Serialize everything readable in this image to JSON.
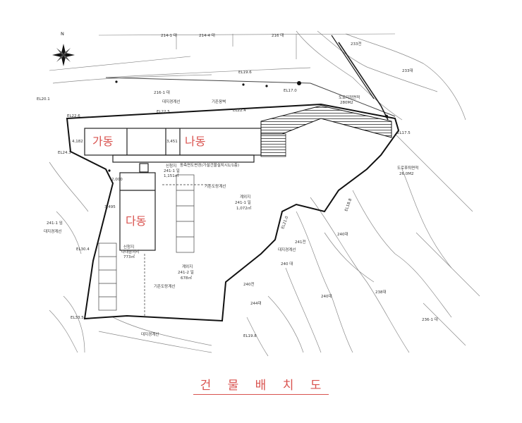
{
  "title": "건 물 배 치 도",
  "buildings": {
    "ga": "가동",
    "na": "나동",
    "da": "다동"
  },
  "parcels": {
    "p1": "241-1 일",
    "p1_area": "1,151㎡",
    "p1_type": "신청지",
    "p2_type": "계외지",
    "p2": "241-1 일",
    "p2_area": "1,072㎡",
    "p3_type": "신청지",
    "p3_sub": "다대중처리",
    "p3_area": "773㎡",
    "p4_type": "계외지",
    "p4": "241-2 일",
    "p4_area": "678㎡"
  },
  "elevations": {
    "e1": "EL20.1",
    "e2": "EL22.6",
    "e3": "EL22.5",
    "e4": "EL22.4",
    "e5": "EL17.5",
    "e6": "EL19.6",
    "e7": "EL17.0",
    "e8": "EL18.8",
    "e9": "EL21.0",
    "e10": "EL24.3",
    "e11": "EL30.4",
    "e12": "EL33.5",
    "e13": "EL19.8"
  },
  "labels": {
    "lot_line_top": "대지경계선",
    "lot_line_left": "대지경계선",
    "lot_line_mid": "대지경계선",
    "lot_line_bottom": "대지경계선",
    "dev_line": "기존도랑계선",
    "dev_line2": "기존도랑계선",
    "road_area_top": "도로지정면적",
    "road_area_top_val": "280M2",
    "road_area_right": "도로후퇴면적",
    "road_area_right_val": "26.0M2",
    "mid_note": "동측면도변경(가설건물설치시1/1층)",
    "north": "N",
    "stairs": "기존옹벽",
    "dim1": "4,182",
    "dim2": "3,451",
    "dim3": "3,495",
    "dim4": "2,000"
  },
  "parcel_numbers": {
    "a": "214-1 대",
    "b": "214-4 대",
    "c": "216 대",
    "d": "233대",
    "e": "233전",
    "f": "240대",
    "g": "240대",
    "h": "238대",
    "i": "240전",
    "j": "236-1 대",
    "k": "241전",
    "l": "216-1 대",
    "m": "241-1 임",
    "n": "244대",
    "o": "240 대"
  }
}
